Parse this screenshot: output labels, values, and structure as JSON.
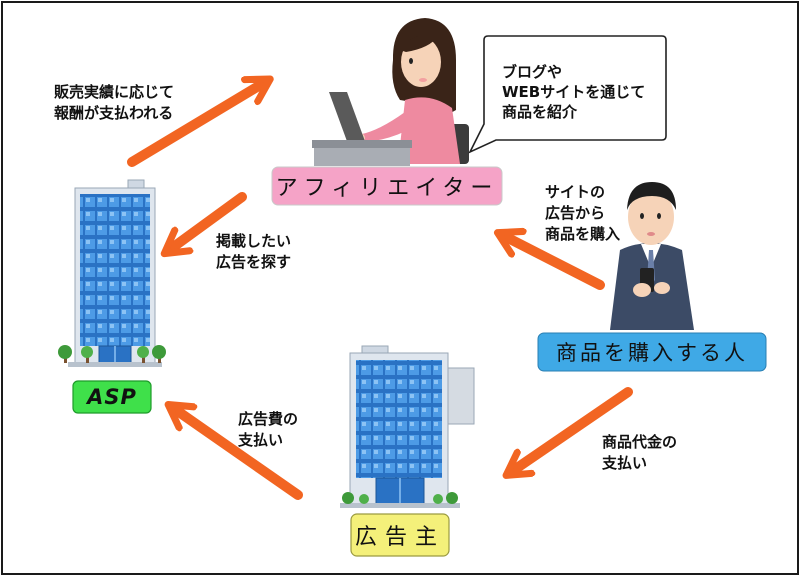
{
  "nodes": {
    "affiliater": "アフィリエイター",
    "asp": "ASP",
    "advertiser": "広告主",
    "buyer": "商品を購入する人"
  },
  "speech_bubble": "ブログや\nWEBサイトを通じて\n商品を紹介",
  "flows": {
    "asp_to_affiliater": "販売実績に応じて\n報酬が支払われる",
    "affiliater_to_asp": "掲載したい\n広告を探す",
    "buyer_to_affiliater": "サイトの\n広告から\n商品を購入",
    "advertiser_to_asp": "広告費の\n支払い",
    "buyer_to_advertiser": "商品代金の\n支払い"
  },
  "colors": {
    "arrow": "#f26522",
    "affiliater_label": "#f5a3c7",
    "asp_label": "#3fe04a",
    "advertiser_label": "#f4f07a",
    "buyer_label": "#3fa9e6",
    "building": "#2f7fd0",
    "skin": "#f6d3b8"
  }
}
